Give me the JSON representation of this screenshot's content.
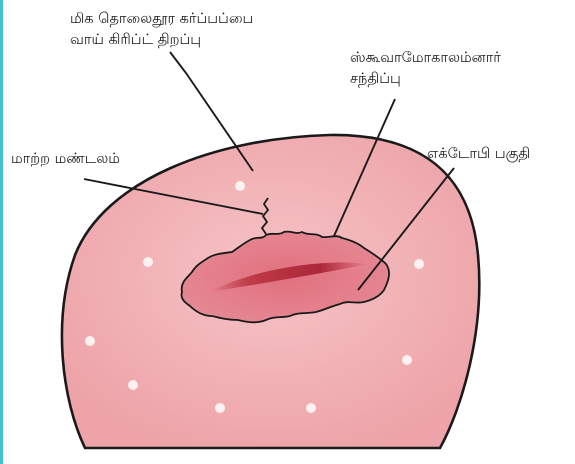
{
  "labels": {
    "furthest_external_os": [
      "மிக தொலைதூர கர்ப்பப்பை",
      "வாய் கிரிப்ட் திறப்பு"
    ],
    "squamocolumnar_junction": [
      "ஸ்கூவாமோகாலம்னார்",
      "சந்திப்பு"
    ],
    "transformation_zone": "மாற்ற மண்டலம்",
    "ectopy_area": "எக்டோபி பகுதி"
  },
  "colors": {
    "cervix_fill": "#f2b4b6",
    "ectopy_fill": "#e07a86",
    "os_center": "#b8303e",
    "outline": "#1a1a1a",
    "left_strip": "#3ec3c8",
    "crypt_dots": "#fbeaea"
  }
}
